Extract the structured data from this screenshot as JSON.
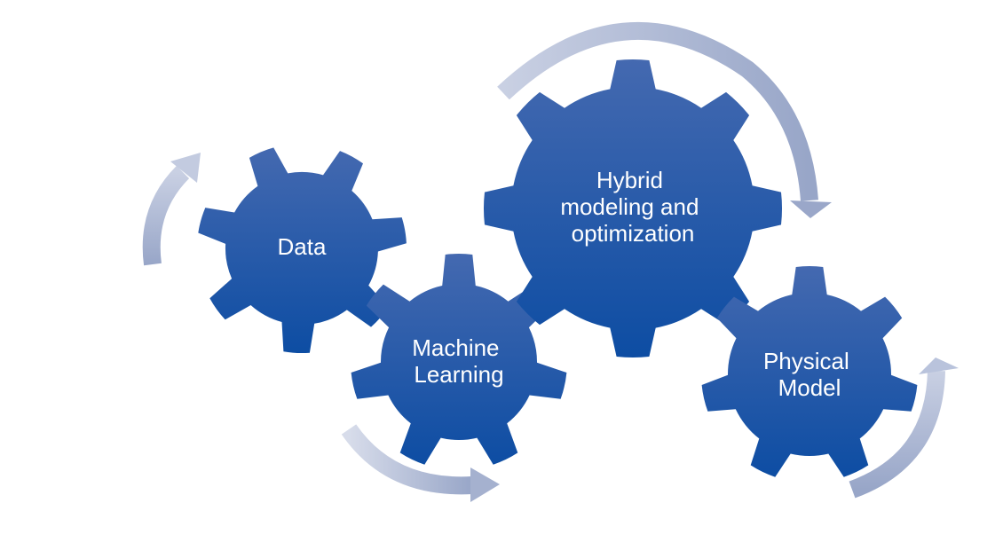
{
  "diagram": {
    "colors": {
      "gear_top": "#4469b0",
      "gear_bottom": "#0d4da3",
      "arrow_light": "#c8d0e3",
      "arrow_dark": "#98a6c8",
      "text": "#ffffff"
    },
    "gears": [
      {
        "id": "data",
        "lines": [
          "Data"
        ]
      },
      {
        "id": "machine-learning",
        "lines": [
          "Machine",
          "Learning"
        ]
      },
      {
        "id": "hybrid",
        "lines": [
          "Hybrid",
          "modeling and",
          "optimization"
        ]
      },
      {
        "id": "physical-model",
        "lines": [
          "Physical",
          "Model"
        ]
      }
    ]
  }
}
